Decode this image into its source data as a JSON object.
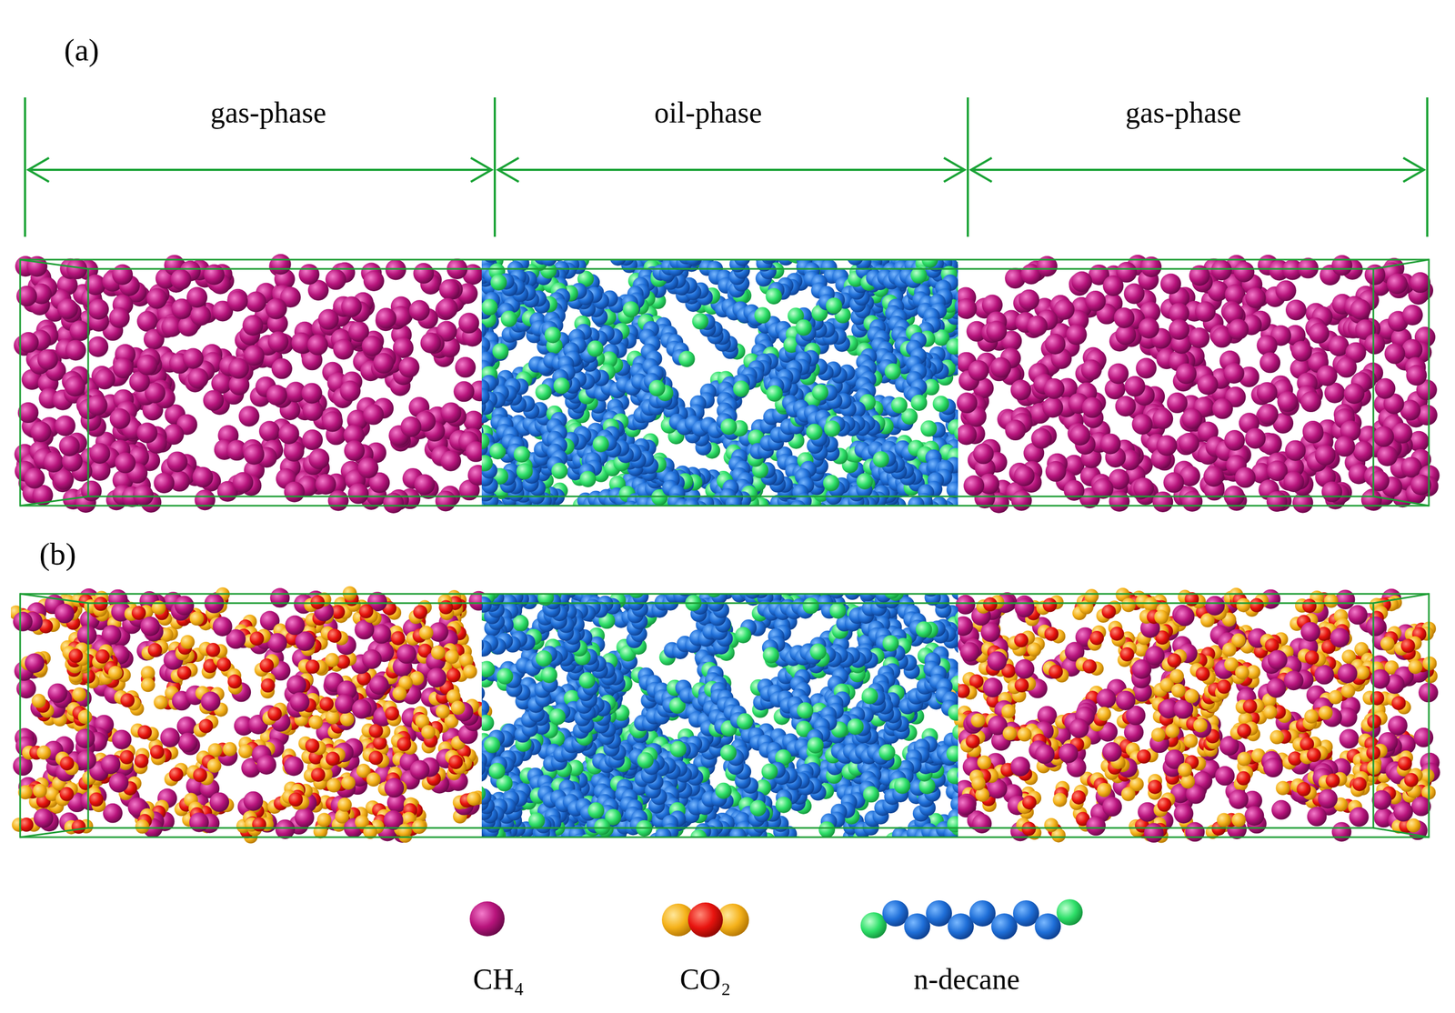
{
  "diagram": {
    "labels": [
      "(a)",
      "gas-phase",
      "oil-phase",
      "gas-phase",
      "(b)"
    ],
    "legend": [
      {
        "text": "CH₄"
      },
      {
        "text": "CO₂"
      },
      {
        "text": "n-decane"
      }
    ]
  }
}
